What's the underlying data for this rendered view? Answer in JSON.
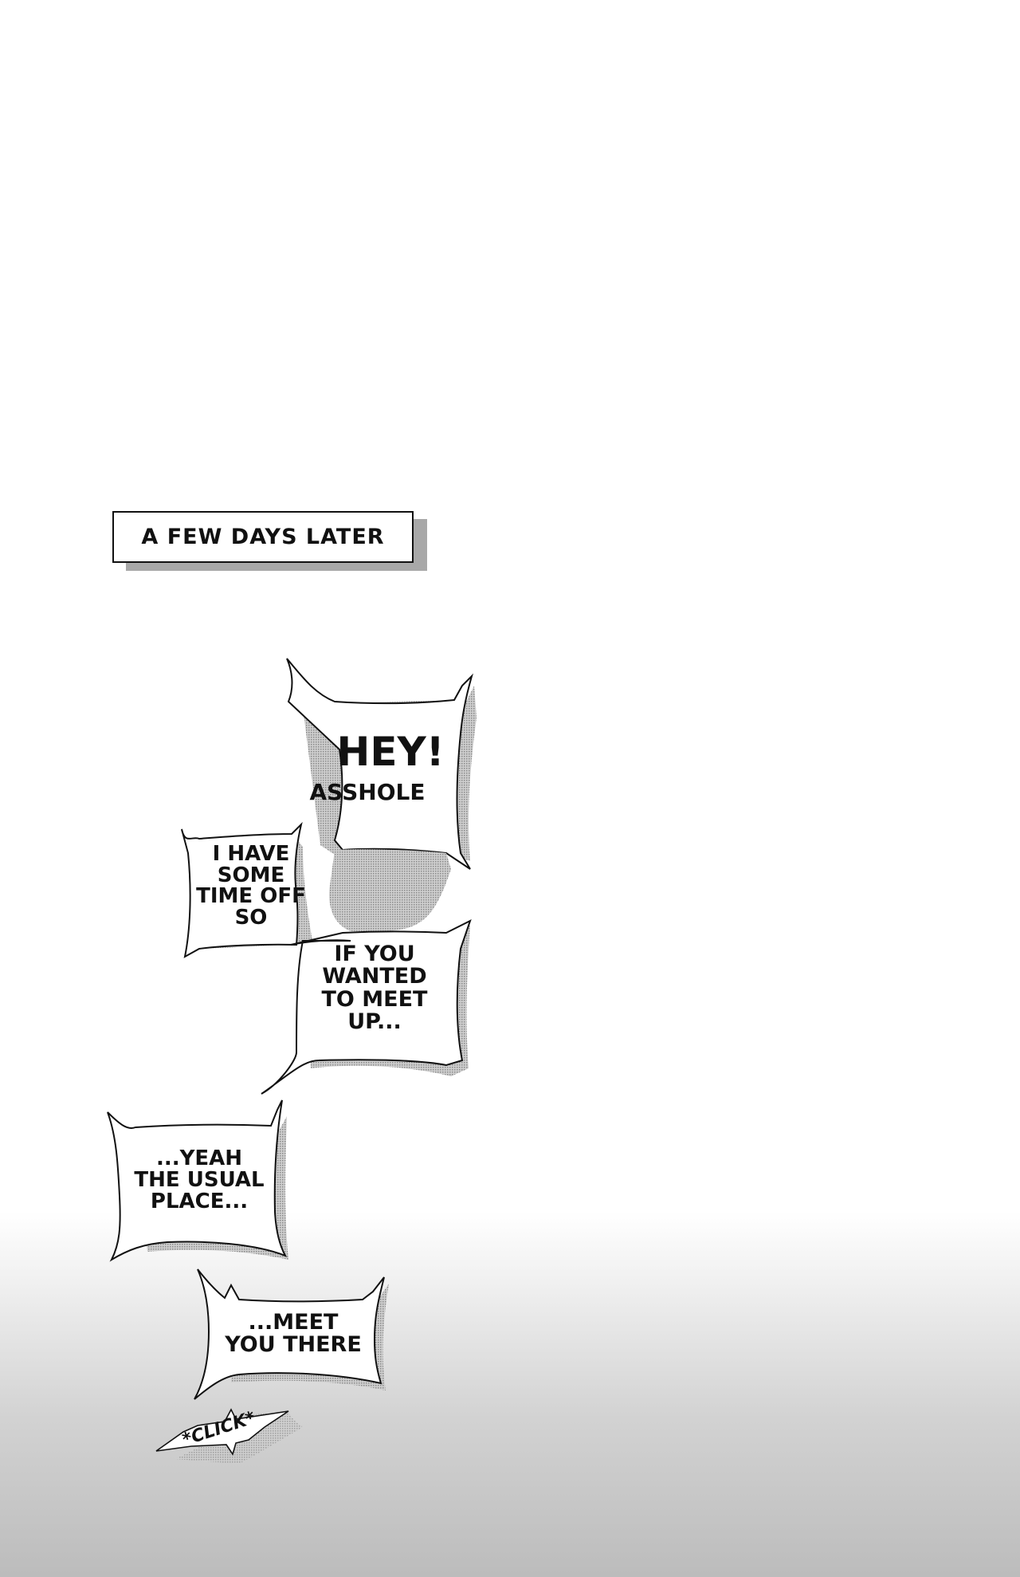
{
  "page": {
    "background_top": "#ffffff",
    "background_bottom": "#bcbcbc"
  },
  "caption": {
    "text": "A FEW DAYS LATER"
  },
  "bubbles": [
    {
      "id": "hey",
      "lines": [
        "HEY!",
        "ASSHOLE"
      ]
    },
    {
      "id": "time-off",
      "text": "I HAVE\nSOME\nTIME OFF\nSO"
    },
    {
      "id": "meet-up",
      "text": "IF YOU\nWANTED\nTO MEET\nUP..."
    },
    {
      "id": "usual-place",
      "text": "...YEAH\nTHE USUAL\nPLACE..."
    },
    {
      "id": "meet-you",
      "text": "...MEET\nYOU THERE"
    }
  ],
  "sfx": {
    "text": "*CLICK*"
  }
}
